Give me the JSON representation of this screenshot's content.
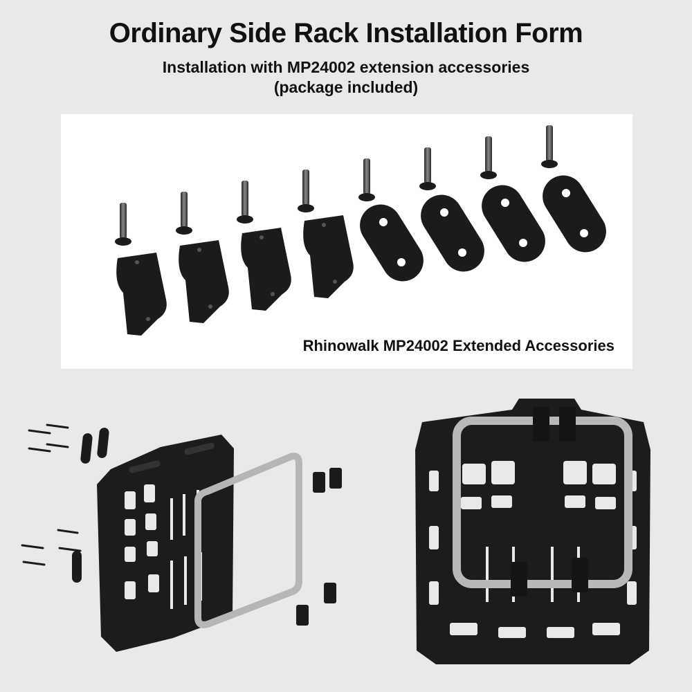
{
  "header": {
    "title": "Ordinary Side Rack Installation Form",
    "subtitle_line1": "Installation with MP24002 extension accessories",
    "subtitle_line2": "(package included)"
  },
  "accessories_panel": {
    "caption": "Rhinowalk MP24002 Extended Accessories",
    "bolt_count": 8,
    "clamp_count": 4,
    "plate_count": 4
  },
  "colors": {
    "background": "#e9e9e9",
    "panel": "#ffffff",
    "part_black": "#1b1b1b",
    "steel": "#b8b8b8"
  }
}
